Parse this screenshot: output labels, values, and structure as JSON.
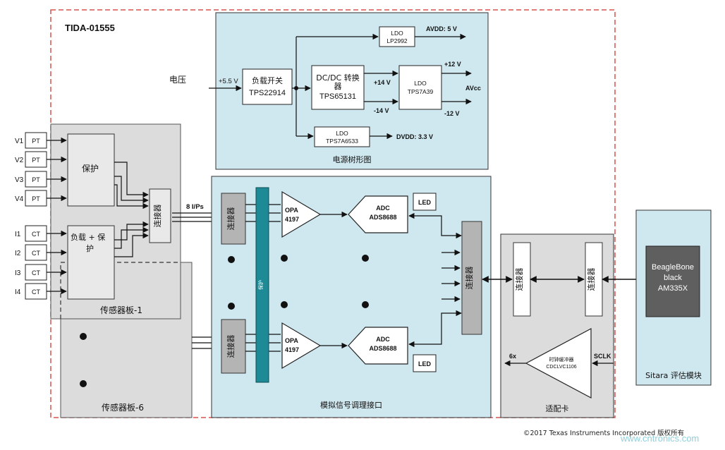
{
  "title": "TIDA-01555",
  "power": {
    "input_label": "电压",
    "input_voltage": "+5.5 V",
    "load_switch": {
      "name": "负载开关",
      "part": "TPS22914"
    },
    "dcdc": {
      "name": "DC/DC 转换器",
      "part": "TPS65131"
    },
    "ldo_avdd": {
      "name": "LDO",
      "part": "LP2992",
      "output": "AVDD: 5 V"
    },
    "ldo_avcc": {
      "name": "LDO",
      "part": "TPS7A39",
      "output": "AVcc"
    },
    "ldo_dvdd": {
      "name": "LDO",
      "part": "TPS7A6533",
      "output": "DVDD: 3.3 V"
    },
    "rail_p14": "+14 V",
    "rail_n14": "-14 V",
    "rail_p12": "+12 V",
    "rail_n12": "-12 V",
    "caption": "电源树形图"
  },
  "sensor_board": {
    "inputs": [
      {
        "name": "V1",
        "type": "PT"
      },
      {
        "name": "V2",
        "type": "PT"
      },
      {
        "name": "V3",
        "type": "PT"
      },
      {
        "name": "V4",
        "type": "PT"
      },
      {
        "name": "I1",
        "type": "CT"
      },
      {
        "name": "I2",
        "type": "CT"
      },
      {
        "name": "I3",
        "type": "CT"
      },
      {
        "name": "I4",
        "type": "CT"
      }
    ],
    "protection": "保护",
    "load_protection": "负载 + 保护",
    "connector": "连接器",
    "board1_label": "传感器板-1",
    "board6_label": "传感器板-6",
    "io_label": "8 I/Ps"
  },
  "analog": {
    "connector": "连接器",
    "protection": "保护",
    "opa": {
      "name": "OPA",
      "part": "4197"
    },
    "adc": {
      "name": "ADC",
      "part": "ADS8688"
    },
    "led": "LED",
    "caption": "模拟信号调理接口"
  },
  "adapter": {
    "connector": "连接器",
    "clock_buffer": {
      "name": "时钟缓冲器",
      "part": "CDCLVC1106"
    },
    "sclk": "SCLK",
    "fanout": "6x",
    "caption": "适配卡"
  },
  "sitara": {
    "processor": [
      "BeagleBone",
      "black",
      "AM335X"
    ],
    "caption": "Sitara 评估模块"
  },
  "footer": {
    "copyright": "©2017 Texas Instruments Incorporated 版权所有",
    "watermark": "www.cntronics.com"
  },
  "colors": {
    "teal_panel": "#cfe7ee",
    "gray_panel": "#dcdcdc",
    "gray_block": "#b4b4b4",
    "teal_bar": "#1d8a96",
    "dark_block": "#5f5f5f",
    "red_dash": "#d9534f",
    "watermark": "#8fd0dc"
  }
}
